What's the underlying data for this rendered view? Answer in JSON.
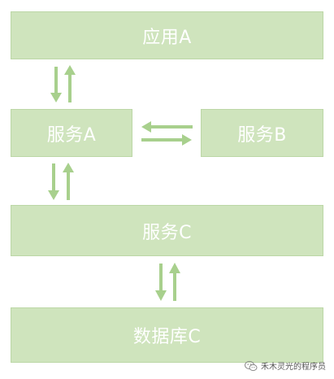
{
  "nodes": {
    "app_a": "应用A",
    "service_a": "服务A",
    "service_b": "服务B",
    "service_c": "服务C",
    "database_c": "数据库C"
  },
  "watermark": {
    "text": "禾木灵光的程序员",
    "icon": "wechat-icon"
  },
  "colors": {
    "box_fill": "#cfe4bd",
    "arrow": "#a8d08d",
    "label": "#ffffff"
  }
}
